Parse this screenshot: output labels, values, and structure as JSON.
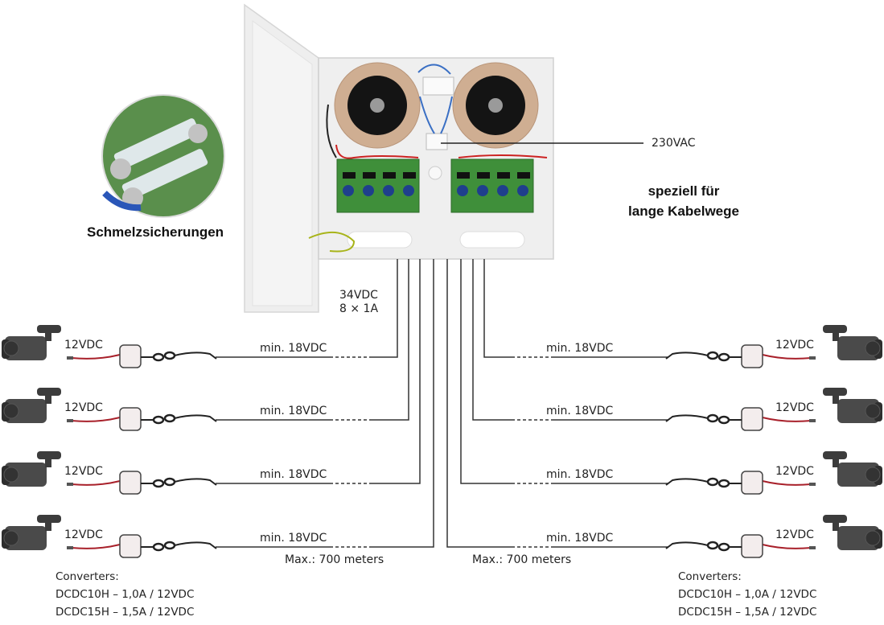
{
  "diagram": {
    "title_note": {
      "line1": "speziell für",
      "line2": "lange Kabelwege"
    },
    "fuse_callout": {
      "label": "Schmelzsicherungen",
      "icon": "fuse-closeup-icon"
    },
    "power_supply": {
      "icon": "power-supply-cabinet-icon",
      "input_label": "230VAC",
      "output_label_line1": "34VDC",
      "output_label_line2": "8 × 1A",
      "colors": {
        "cabinet": "#ececec",
        "pcb": "#3f8f3a",
        "transformer": "#c9a98c"
      }
    },
    "left_group": {
      "channels": [
        {
          "camera_voltage": "12VDC",
          "line_voltage": "min. 18VDC"
        },
        {
          "camera_voltage": "12VDC",
          "line_voltage": "min. 18VDC"
        },
        {
          "camera_voltage": "12VDC",
          "line_voltage": "min. 18VDC"
        },
        {
          "camera_voltage": "12VDC",
          "line_voltage": "min. 18VDC"
        }
      ],
      "max_distance": "Max.: 700 meters",
      "converters": {
        "title": "Converters:",
        "items": [
          "DCDC10H – 1,0A / 12VDC",
          "DCDC15H – 1,5A / 12VDC"
        ]
      }
    },
    "right_group": {
      "channels": [
        {
          "camera_voltage": "12VDC",
          "line_voltage": "min. 18VDC"
        },
        {
          "camera_voltage": "12VDC",
          "line_voltage": "min. 18VDC"
        },
        {
          "camera_voltage": "12VDC",
          "line_voltage": "min. 18VDC"
        },
        {
          "camera_voltage": "12VDC",
          "line_voltage": "min. 18VDC"
        }
      ],
      "max_distance": "Max.: 700 meters",
      "converters": {
        "title": "Converters:",
        "items": [
          "DCDC10H – 1,0A / 12VDC",
          "DCDC15H – 1,5A / 12VDC"
        ]
      }
    },
    "colors": {
      "wire": "#333333",
      "camera": "#4a4a4a",
      "converter": "#f3eded",
      "dc_lead": "#a8202a"
    }
  }
}
